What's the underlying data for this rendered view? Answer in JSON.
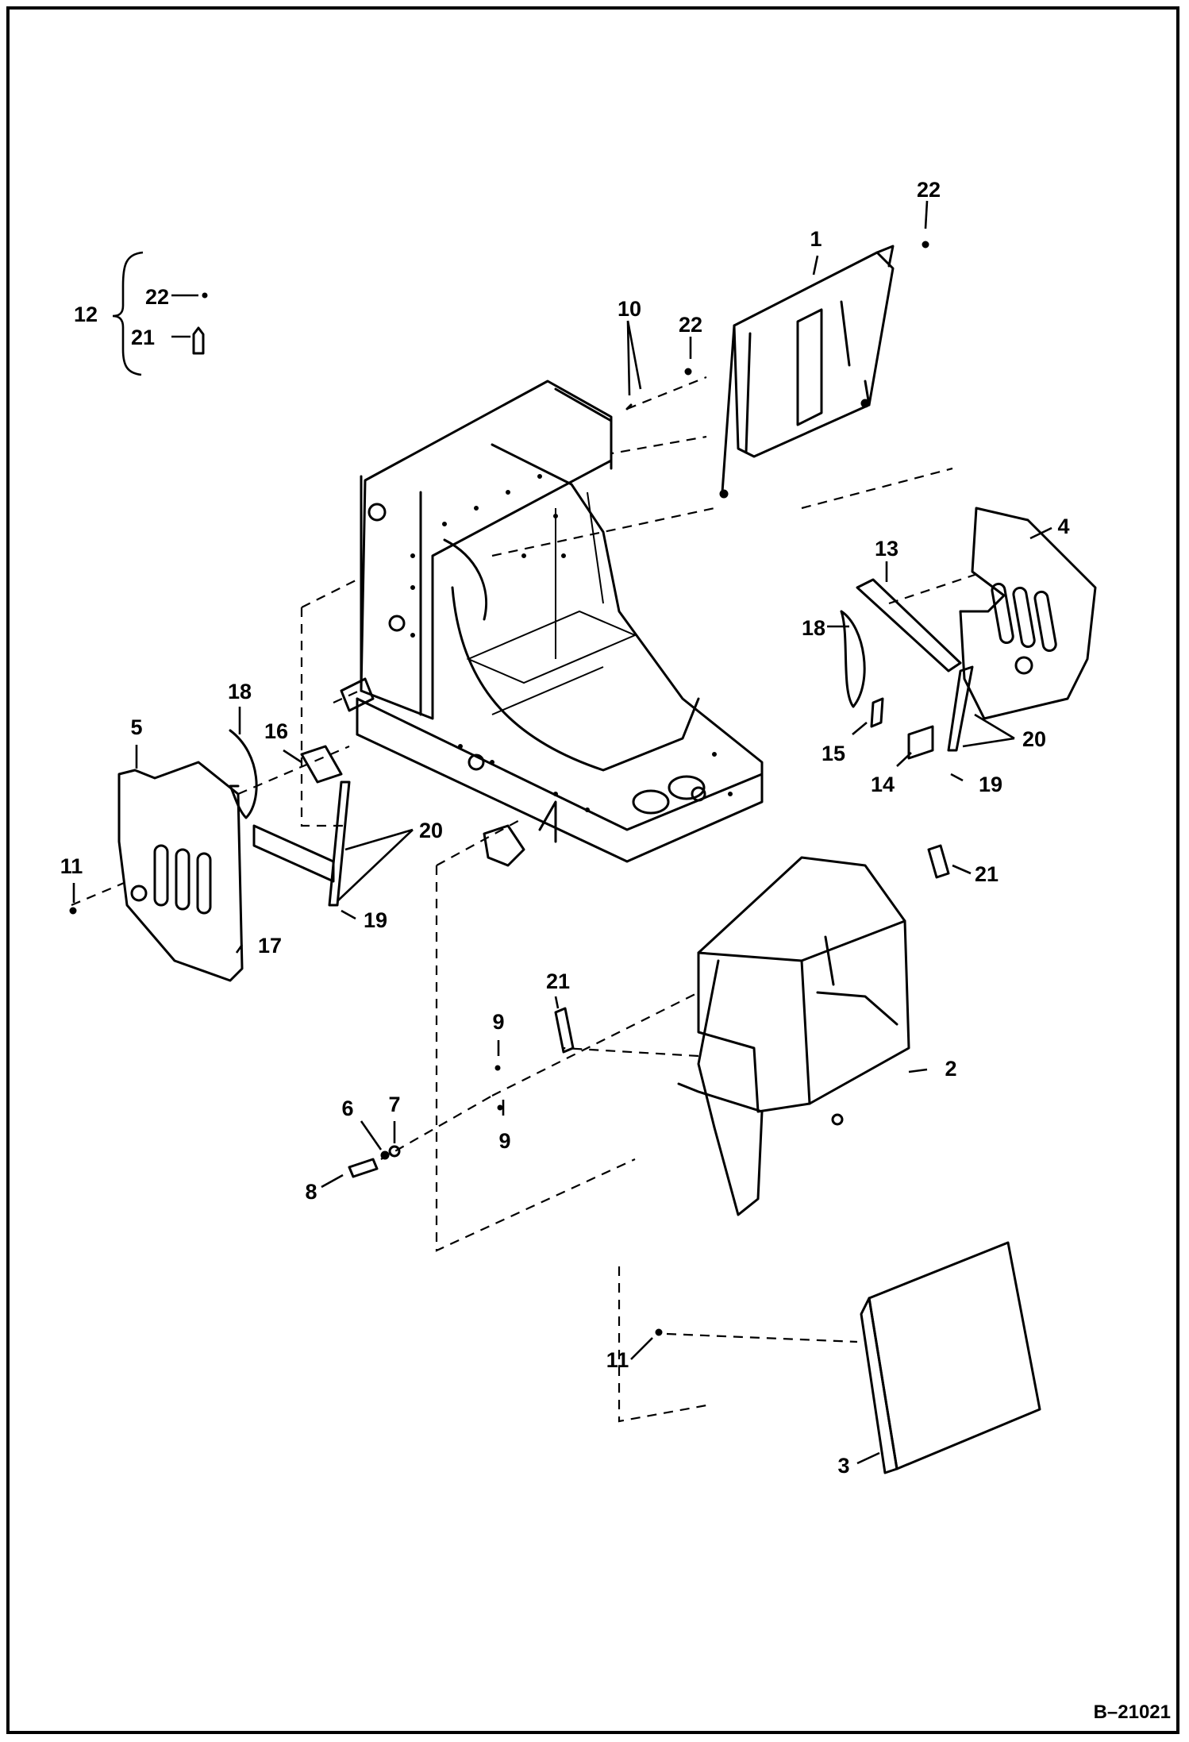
{
  "figure_id": "B–21021",
  "callouts": {
    "c1": "1",
    "c2": "2",
    "c3": "3",
    "c4": "4",
    "c5": "5",
    "c6": "6",
    "c7": "7",
    "c8": "8",
    "c9a": "9",
    "c9b": "9",
    "c10": "10",
    "c11a": "11",
    "c11b": "11",
    "c12": "12",
    "c12_22": "22",
    "c12_21": "21",
    "c13": "13",
    "c14": "14",
    "c15": "15",
    "c16": "16",
    "c17": "17",
    "c18a": "18",
    "c18b": "18",
    "c19a": "19",
    "c19b": "19",
    "c20a": "20",
    "c20b": "20",
    "c21a": "21",
    "c21b": "21",
    "c22a": "22",
    "c22b": "22"
  }
}
